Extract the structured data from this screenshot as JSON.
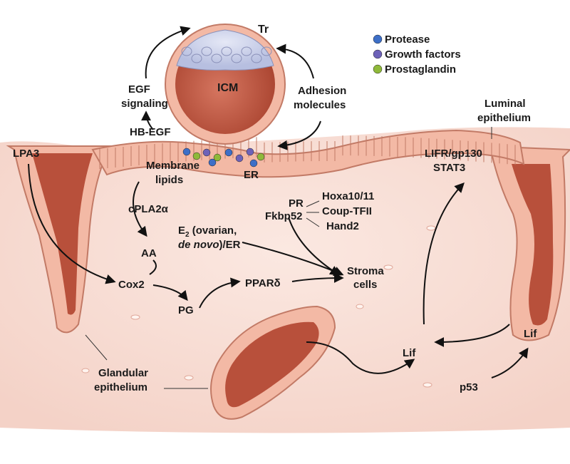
{
  "colors": {
    "background_top": "#ffffff",
    "stroma": "#f7dcd4",
    "epithelium": "#f3b9a5",
    "epithelium_border": "#c27a66",
    "lumen": "#b8503b",
    "trophectoderm": "#c9cfe8",
    "icm": "#c4604a",
    "protease": "#3d6fc7",
    "growth_factors": "#6d62b8",
    "prostaglandin": "#8fb93a",
    "arrow": "#111111"
  },
  "legend": [
    {
      "label": "Protease",
      "color": "#3d6fc7"
    },
    {
      "label": "Growth factors",
      "color": "#6d62b8"
    },
    {
      "label": "Prostaglandin",
      "color": "#8fb93a"
    }
  ],
  "labels": {
    "tr": "Tr",
    "icm": "ICM",
    "egf_signaling_1": "EGF",
    "egf_signaling_2": "signaling",
    "adhesion_1": "Adhesion",
    "adhesion_2": "molecules",
    "hb_egf": "HB-EGF",
    "luminal_1": "Luminal",
    "luminal_2": "epithelium",
    "lpa3": "LPA3",
    "membrane_1": "Membrane",
    "membrane_2": "lipids",
    "er_top": "ER",
    "lifr_1": "LIFR/gp130",
    "lifr_2": "STAT3",
    "cpla2": "cPLA2α",
    "pr": "PR",
    "fkbp52": "Fkbp52",
    "hoxa": "Hoxa10/11",
    "coup": "Coup-TFII",
    "hand2": "Hand2",
    "e2_main": "E",
    "e2_sub": "2",
    "e2_rest": " (ovarian,",
    "de_novo": "de novo",
    "e2_er": ")/ER",
    "aa": "AA",
    "cox2": "Cox2",
    "ppar": "PPARδ",
    "stroma_1": "Stroma",
    "stroma_2": "cells",
    "pg": "PG",
    "lif_left": "Lif",
    "lif_right": "Lif",
    "glandular_1": "Glandular",
    "glandular_2": "epithelium",
    "p53": "p53"
  }
}
